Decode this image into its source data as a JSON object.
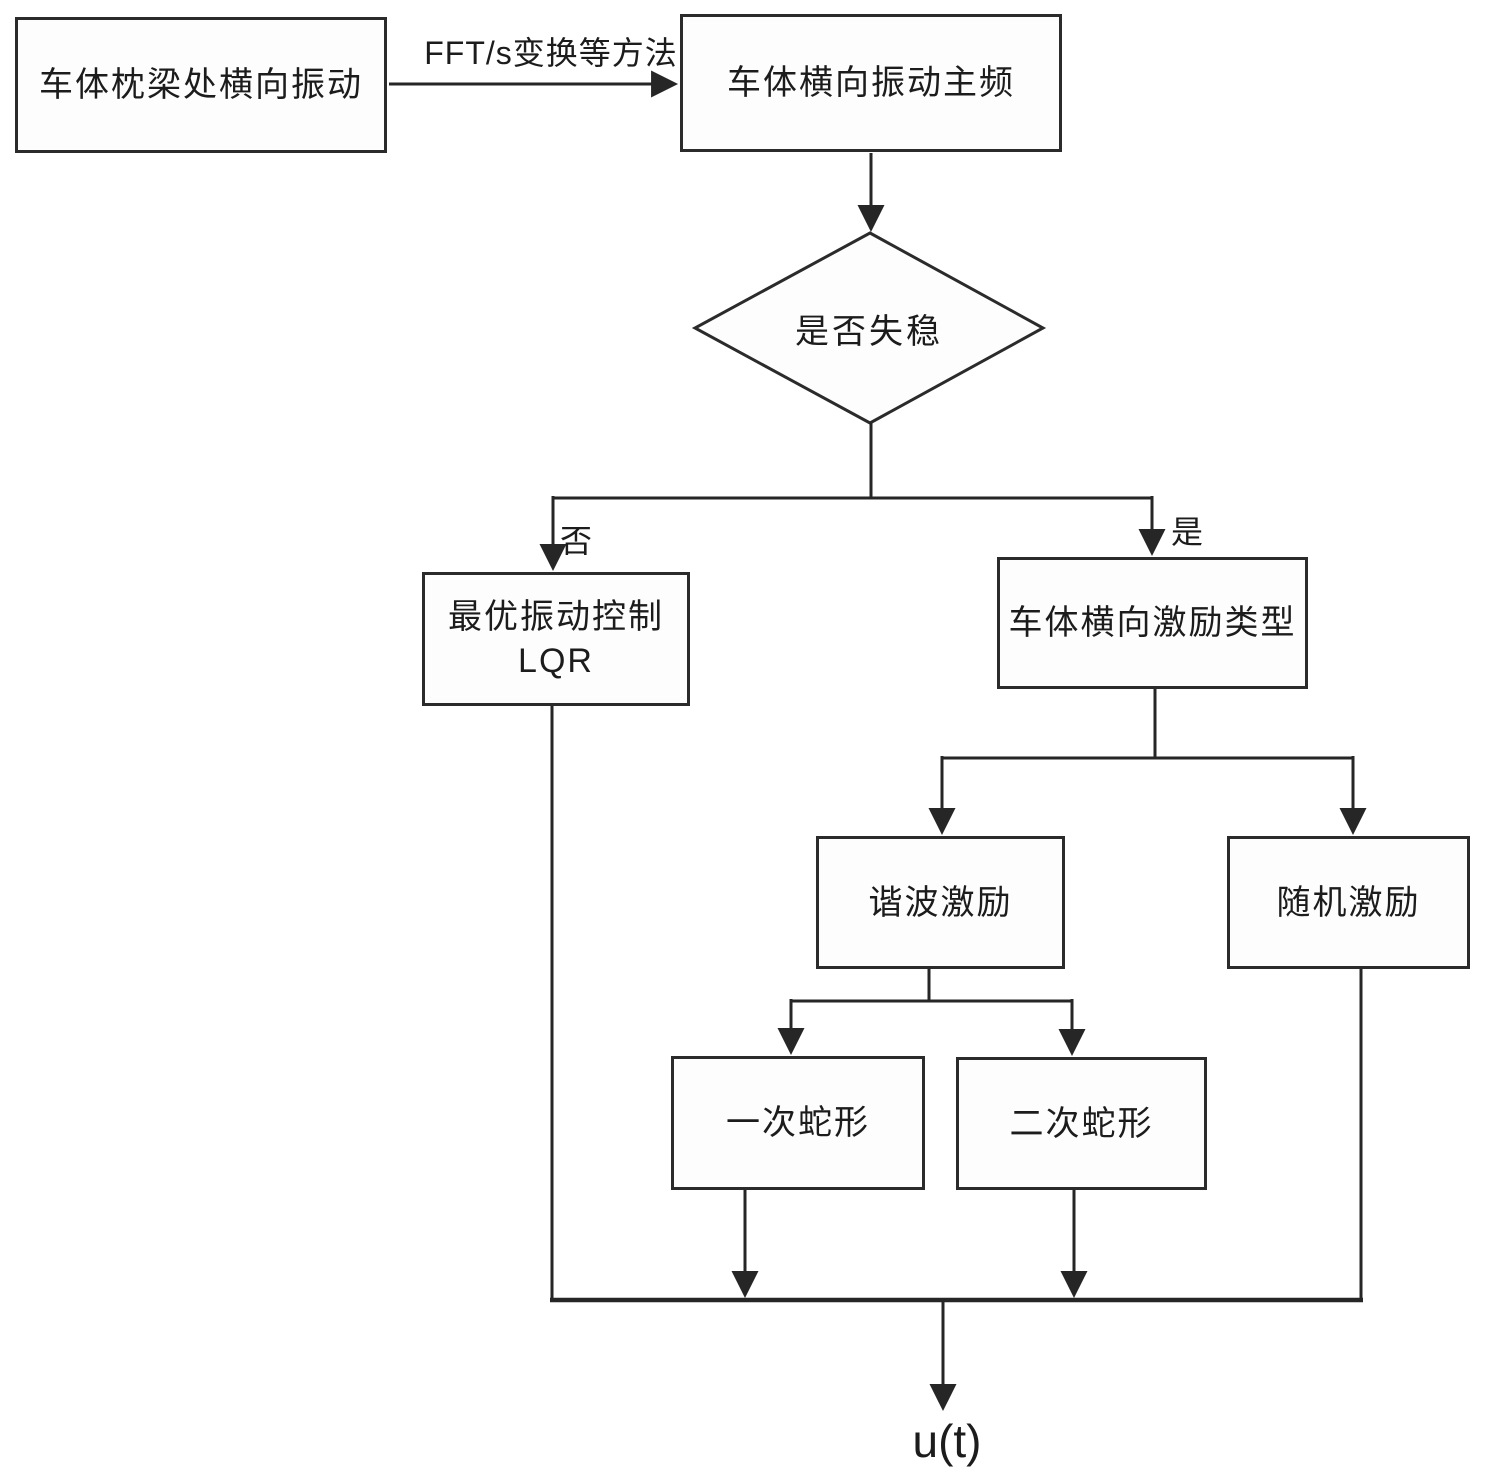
{
  "diagram": {
    "nodes": {
      "input": "车体枕梁处横向振动",
      "main_freq": "车体横向振动主频",
      "decision": "是否失稳",
      "lqr_line1": "最优振动控制",
      "lqr_line2": "LQR",
      "excitation_type": "车体横向激励类型",
      "harmonic": "谐波激励",
      "random": "随机激励",
      "primary_hunting": "一次蛇形",
      "secondary_hunting": "二次蛇形"
    },
    "edge_labels": {
      "transform_method": "FFT/s变换等方法",
      "no": "否",
      "yes": "是",
      "output": "u(t)"
    },
    "colors": {
      "background": "#ffffff",
      "line": "#262626",
      "box_border": "#2b2b2b",
      "box_fill": "#fdfdfd",
      "text": "#1c1c1c"
    }
  }
}
